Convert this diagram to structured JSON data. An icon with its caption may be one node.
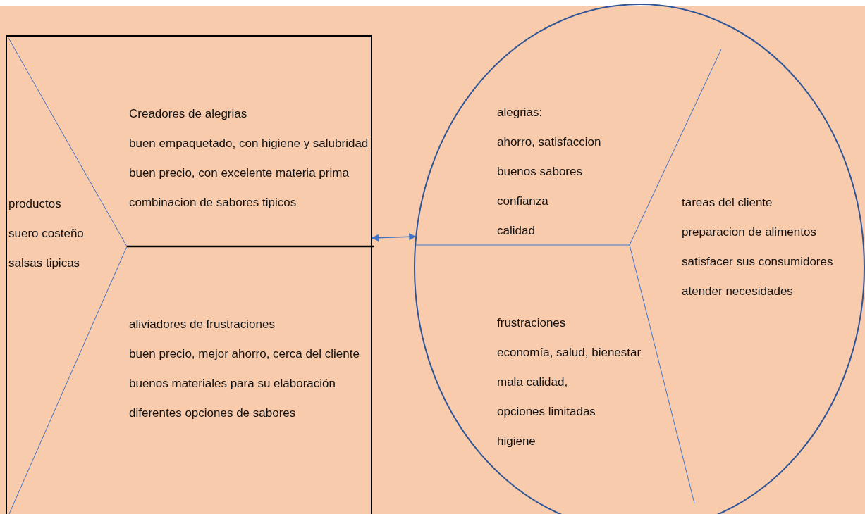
{
  "diagram": {
    "nodes": [
      {
        "text": [],
        "shape": "box"
      },
      {
        "text": [
          "productos",
          "suero costeño",
          "salsas tipicas"
        ],
        "in": 0
      },
      {
        "text": [
          "Creadores de alegrias",
          "buen empaquetado, con higiene y salubridad",
          "buen precio, con excelente materia prima",
          "combinacion de sabores tipicos"
        ],
        "in": 0
      },
      {
        "text": [
          "aliviadores de frustraciones",
          "buen precio, mejor ahorro, cerca del cliente",
          "buenos materiales para su elaboración",
          "diferentes opciones de sabores"
        ],
        "in": 0
      },
      {
        "text": [],
        "shape": "circle"
      },
      {
        "text": [
          "alegrias:",
          "ahorro, satisfaccion",
          "buenos sabores",
          "confianza",
          "calidad"
        ],
        "in": 4
      },
      {
        "text": [
          "tareas del cliente",
          "preparacion de alimentos",
          "satisfacer sus consumidores",
          "atender necesidades"
        ],
        "in": 4
      },
      {
        "text": [
          "frustraciones",
          "economía, salud, bienestar",
          "mala calidad,",
          "opciones limitadas",
          "higiene"
        ],
        "in": 4
      }
    ],
    "edges": [
      {
        "from": 0,
        "to": 4,
        "arrow": "both"
      }
    ]
  }
}
